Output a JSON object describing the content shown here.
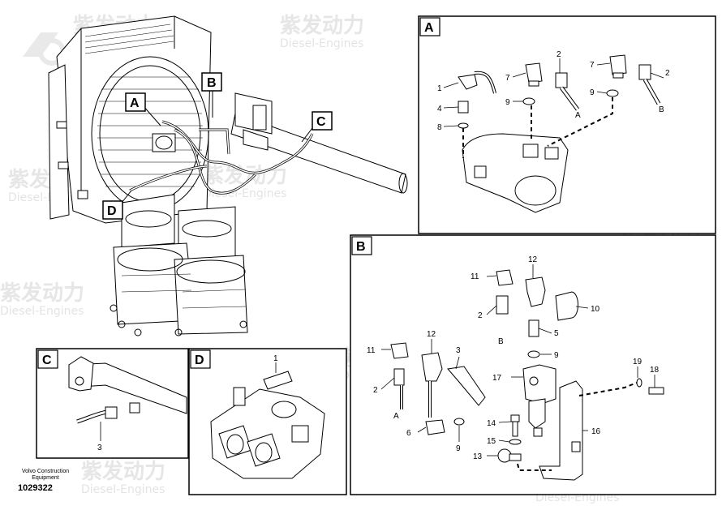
{
  "watermark": {
    "cn": "紫发动力",
    "en": "Diesel-Engines"
  },
  "footer": {
    "brand_line1": "Volvo Construction",
    "brand_line2": "Equipment",
    "part_number": "1029322"
  },
  "main": {
    "callouts": [
      "A",
      "B",
      "C",
      "D"
    ]
  },
  "panels": {
    "A": {
      "tag": "A",
      "labels": [
        "1",
        "4",
        "8",
        "7",
        "2",
        "A",
        "9",
        "7",
        "9",
        "2",
        "B"
      ]
    },
    "B": {
      "tag": "B",
      "labels": [
        "11",
        "12",
        "10",
        "2",
        "B",
        "5",
        "9",
        "11",
        "12",
        "3",
        "2",
        "A",
        "6",
        "9",
        "17",
        "14",
        "15",
        "13",
        "16",
        "19",
        "18"
      ]
    },
    "C": {
      "tag": "C",
      "labels": [
        "3"
      ]
    },
    "D": {
      "tag": "D",
      "labels": [
        "1"
      ]
    }
  }
}
